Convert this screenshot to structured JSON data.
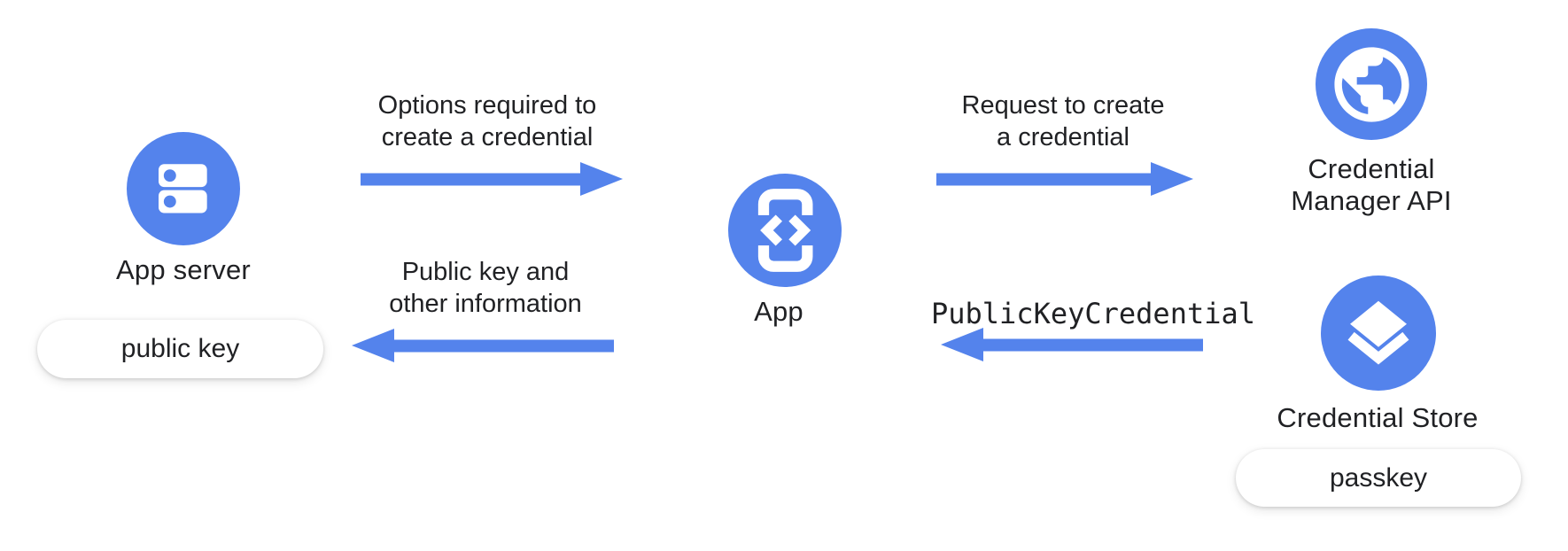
{
  "colors": {
    "accent_blue": "#5483EC",
    "text": "#202124",
    "pill_background": "#FFFFFF",
    "background": "#FFFFFF"
  },
  "nodes": {
    "app_server": {
      "label": "App server",
      "icon": "server-icon",
      "badge": "public key"
    },
    "app": {
      "label": "App",
      "icon": "phone-code-icon"
    },
    "credential_manager_api": {
      "label_line1": "Credential",
      "label_line2": "Manager API",
      "icon": "globe-icon"
    },
    "credential_store": {
      "label": "Credential Store",
      "icon": "layers-icon",
      "badge": "passkey"
    }
  },
  "arrows": {
    "options": {
      "label_line1": "Options required to",
      "label_line2": "create a credential",
      "direction": "right",
      "from": "app_server",
      "to": "app"
    },
    "request": {
      "label_line1": "Request to create",
      "label_line2": "a credential",
      "direction": "right",
      "from": "app",
      "to": "credential_manager_api"
    },
    "public_key_info": {
      "label_line1": "Public key and",
      "label_line2": "other information",
      "direction": "left",
      "from": "app",
      "to": "app_server"
    },
    "public_key_credential": {
      "label": "PublicKeyCredential",
      "direction": "left",
      "from": "credential_store",
      "to": "app"
    }
  }
}
